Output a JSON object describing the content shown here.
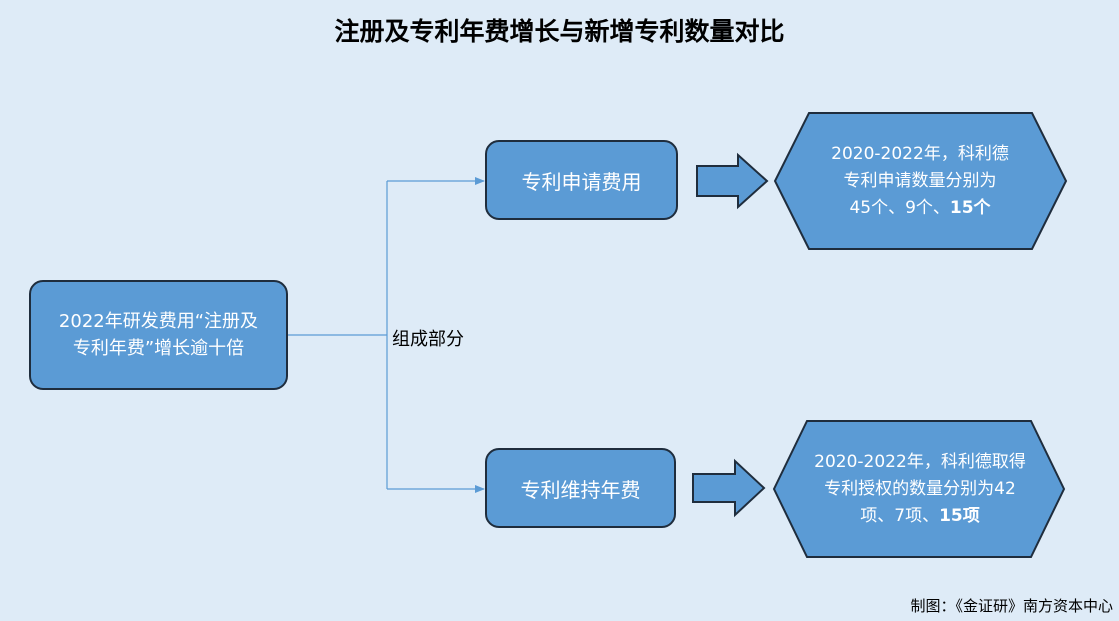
{
  "title": "注册及专利年费增长与新增专利数量对比",
  "main_box": {
    "line1": "2022年研发费用“注册及",
    "line2": "专利年费”增长逾十倍"
  },
  "connector_label": "组成部分",
  "branches": [
    {
      "label": "专利申请费用",
      "result": {
        "line1": "2020-2022年，科利德",
        "line2": "专利申请数量分别为",
        "line3_prefix": "45个、9个、",
        "line3_bold": "15个"
      }
    },
    {
      "label": "专利维持年费",
      "result": {
        "line1": "2020-2022年，科利德取得",
        "line2": "专利授权的数量分别为42",
        "line3_prefix": "项、7项、",
        "line3_bold": "15项"
      }
    }
  ],
  "credit": "制图：《金证研》南方资本中心",
  "colors": {
    "background": "#deebf7",
    "box_fill": "#5b9bd5",
    "box_border": "#1f2d3d",
    "connector": "#5b9bd5",
    "text_on_box": "#ffffff"
  }
}
